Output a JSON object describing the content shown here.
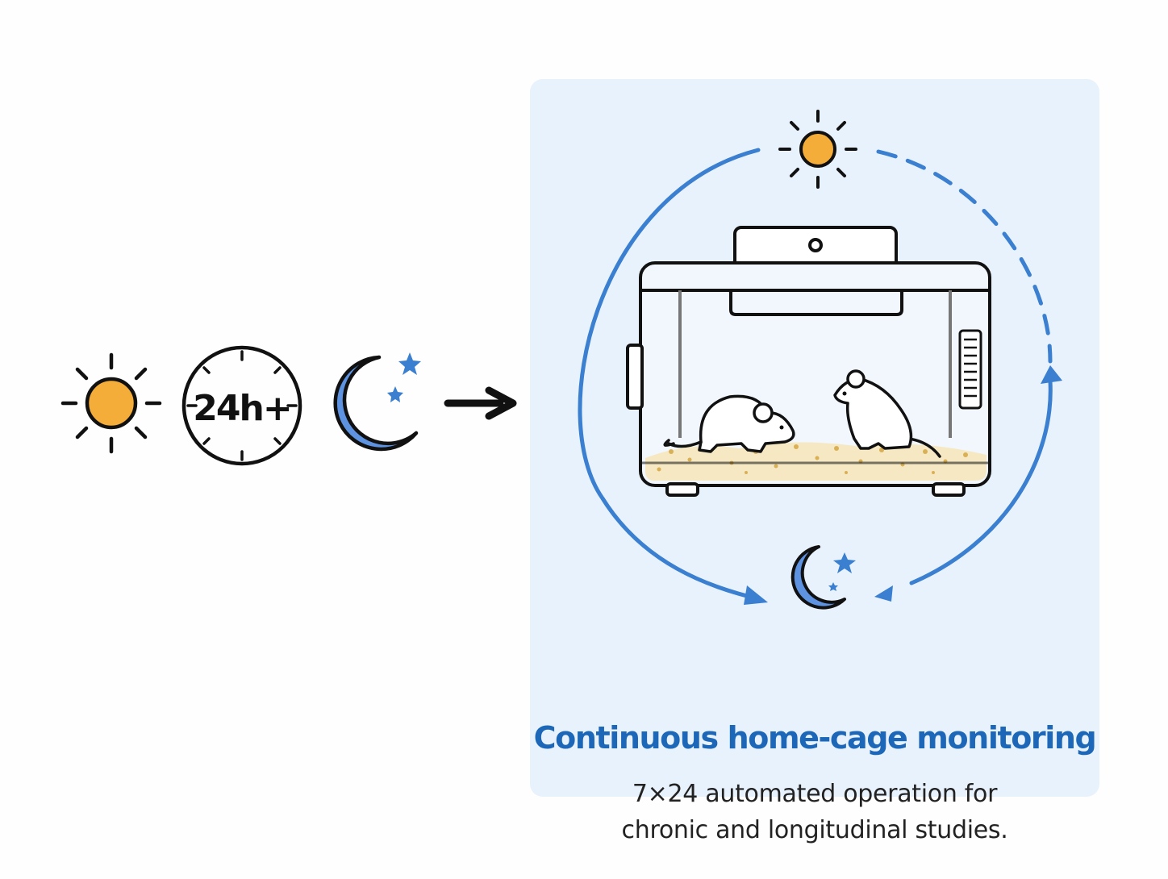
{
  "left_sequence": {
    "items": [
      {
        "icon": "sun-icon"
      },
      {
        "icon": "clock-icon",
        "label": "24h+"
      },
      {
        "icon": "moon-stars-icon"
      },
      {
        "icon": "arrow-right-icon"
      }
    ]
  },
  "panel": {
    "title": "Continuous home-cage monitoring",
    "subtitle_lines": [
      "7×24 automated operation for",
      "chronic and longitudinal studies."
    ],
    "cycle_icons": [
      "sun-icon",
      "moon-stars-icon"
    ],
    "illustration": "home-cage-icon"
  },
  "colors": {
    "panel_bg": "#e8f2fc",
    "accent_blue": "#3a7fd0",
    "title_blue": "#1c67b7",
    "sun_orange": "#f5ad3a",
    "moon_blue": "#5d93e0",
    "ink": "#111111"
  }
}
